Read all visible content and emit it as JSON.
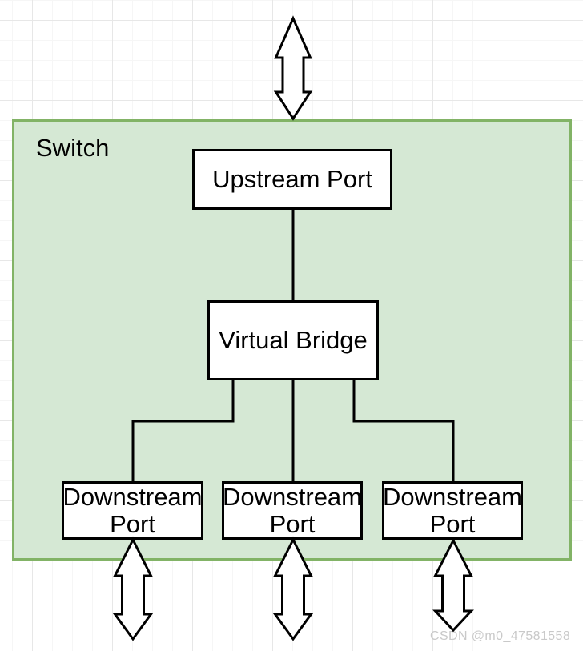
{
  "diagram": {
    "switch": {
      "label": "Switch",
      "fill": "#d5e8d4",
      "border_color": "#82b366"
    },
    "upstream_port": {
      "label": "Upstream Port"
    },
    "virtual_bridge": {
      "label": "Virtual Bridge"
    },
    "downstream_ports": [
      {
        "lines": [
          "Downstream",
          "Port"
        ]
      },
      {
        "lines": [
          "Downstream",
          "Port"
        ]
      },
      {
        "lines": [
          "Downstream",
          "Port"
        ]
      }
    ],
    "node_style": {
      "fill": "#ffffff",
      "border_color": "#000000"
    },
    "arrows": [
      {
        "name": "bidirectional-arrow-top",
        "orientation": "vertical"
      },
      {
        "name": "bidirectional-arrow-bottom-1",
        "orientation": "vertical"
      },
      {
        "name": "bidirectional-arrow-bottom-2",
        "orientation": "vertical"
      },
      {
        "name": "bidirectional-arrow-bottom-3",
        "orientation": "vertical"
      }
    ]
  },
  "watermark": {
    "text": "CSDN @m0_47581558",
    "color": "#c9c9c9"
  }
}
